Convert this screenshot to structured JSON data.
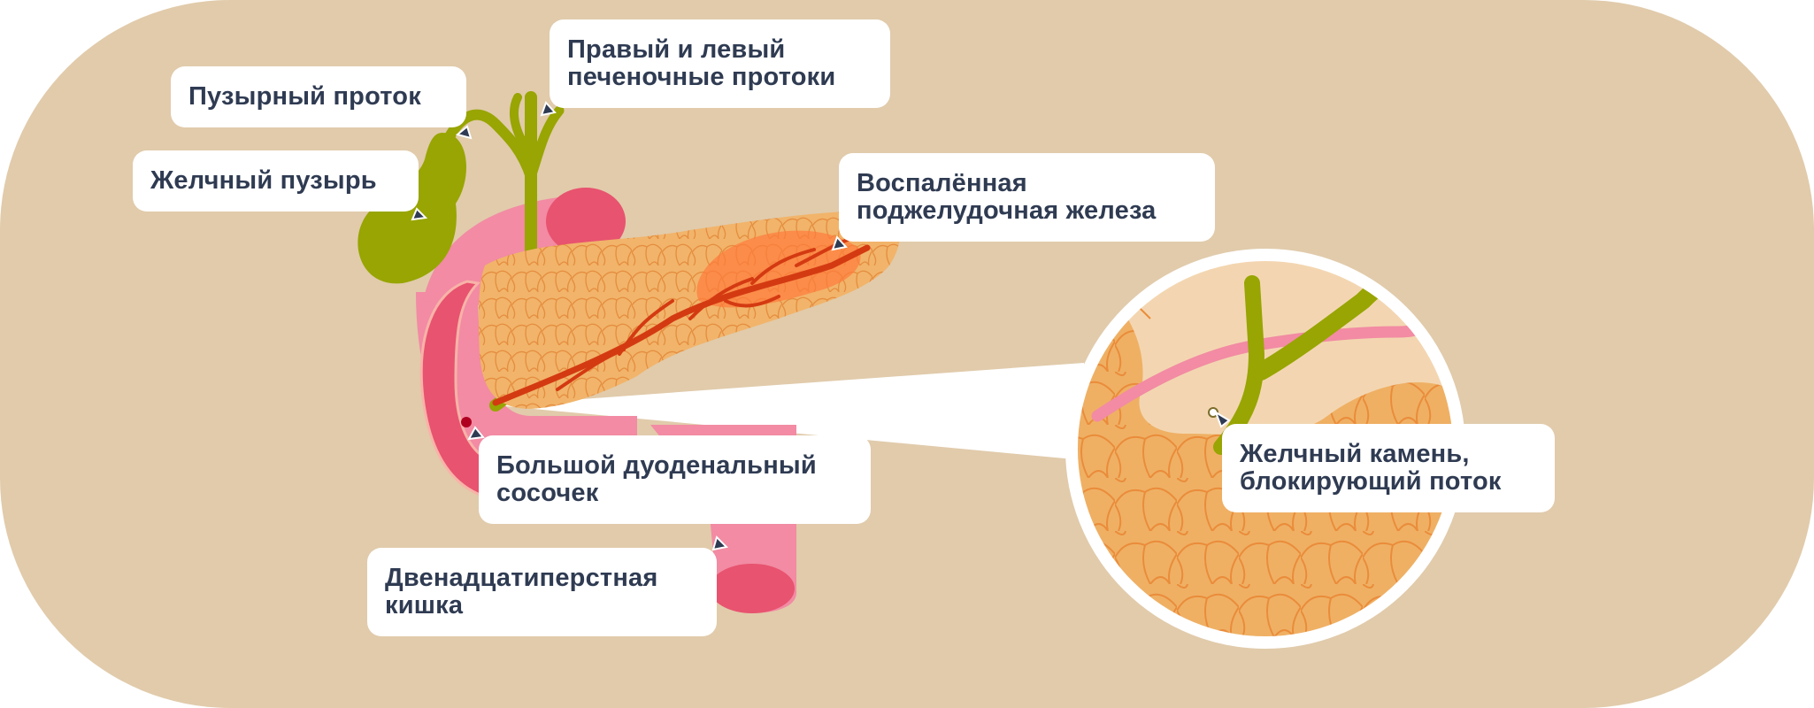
{
  "colors": {
    "background": "#e1cbab",
    "gallbladder": "#98a502",
    "duodenum_outer": "#f28ba3",
    "duodenum_inner": "#e8536f",
    "pancreas": "#f1b46a",
    "inflamed": "#ff7a3c",
    "vessels": "#d43a12",
    "label_text": "#2f3b52"
  },
  "labels": {
    "cystic_duct": "Пузырный проток",
    "hepatic_ducts": "Правый и левый\nпеченочные протоки",
    "gallbladder": "Желчный пузырь",
    "inflamed_pancreas": "Воспалённая\nподжелудочная железа",
    "papilla": "Большой дуоденальный\nсосочек",
    "duodenum": "Двенадцатиперстная\nкишка",
    "gallstone": "Желчный камень,\nблокирующий поток"
  },
  "icons": [
    "pointer-arrow-icon"
  ]
}
